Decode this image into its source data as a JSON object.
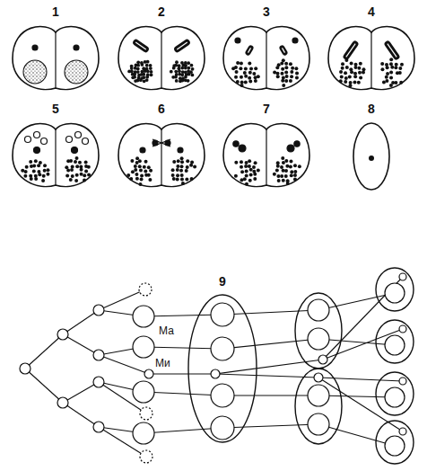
{
  "diagram": {
    "labels": [
      "1",
      "2",
      "3",
      "4",
      "5",
      "6",
      "7",
      "8",
      "9",
      "Ма",
      "Ми"
    ]
  }
}
